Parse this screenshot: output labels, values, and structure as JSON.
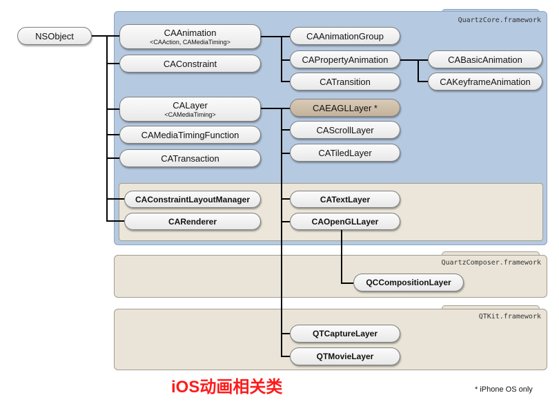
{
  "frameworks": {
    "quartzcore": "QuartzCore.framework",
    "quartzcomposer": "QuartzComposer.framework",
    "qtkit": "QTKit.framework"
  },
  "nodes": {
    "nsobject": "NSObject",
    "caanimation": "CAAnimation",
    "caanimation_sub": "<CAAction, CAMediaTiming>",
    "caconstraint": "CAConstraint",
    "calayer": "CALayer",
    "calayer_sub": "<CAMediaTiming>",
    "camediatimingfunction": "CAMediaTimingFunction",
    "catransaction": "CATransaction",
    "caconstraintlayoutmanager": "CAConstraintLayoutManager",
    "carenderer": "CARenderer",
    "caanimationgroup": "CAAnimationGroup",
    "capropertyanimation": "CAPropertyAnimation",
    "catransition": "CATransition",
    "cabasicanimation": "CABasicAnimation",
    "cakeyframeanimation": "CAKeyframeAnimation",
    "caeagllayer": "CAEAGLLayer *",
    "cascrolllayer": "CAScrollLayer",
    "catiledlayer": "CATiledLayer",
    "catextlayer": "CATextLayer",
    "caopengllayer": "CAOpenGLLayer",
    "qccompositionlayer": "QCCompositionLayer",
    "qtcapturelayer": "QTCaptureLayer",
    "qtmovielayer": "QTMovieLayer"
  },
  "caption": "iOS动画相关类",
  "footnote": "* iPhone OS only",
  "colors": {
    "quartzcore_bg": "#b5c9e0",
    "framework_bg": "#e9e4d7",
    "highlight_node": "#c4b29b",
    "caption": "#ff1a1a"
  }
}
